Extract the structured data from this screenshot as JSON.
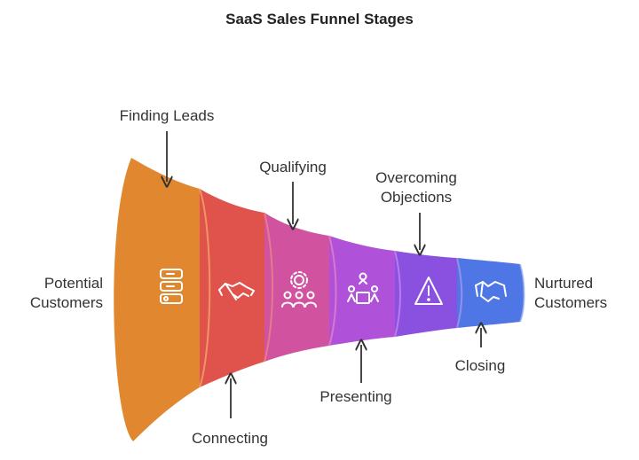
{
  "title": "SaaS Sales Funnel Stages",
  "start_label": [
    "Potential",
    "Customers"
  ],
  "end_label": [
    "Nurtured",
    "Customers"
  ],
  "stages": [
    {
      "label": "Finding Leads",
      "color": "#e0872f",
      "icon": "list-checklist-icon"
    },
    {
      "label": "Connecting",
      "color": "#e0534c",
      "icon": "handshake-icon"
    },
    {
      "label": "Qualifying",
      "color": "#d1539f",
      "icon": "team-gear-icon"
    },
    {
      "label": "Presenting",
      "color": "#b052d9",
      "icon": "presentation-meeting-icon"
    },
    {
      "label": "Overcoming Objections",
      "color": "#8a50e0",
      "icon": "warning-triangle-icon"
    },
    {
      "label": "Closing",
      "color": "#4f76e5",
      "icon": "deal-handshake-icon"
    }
  ]
}
